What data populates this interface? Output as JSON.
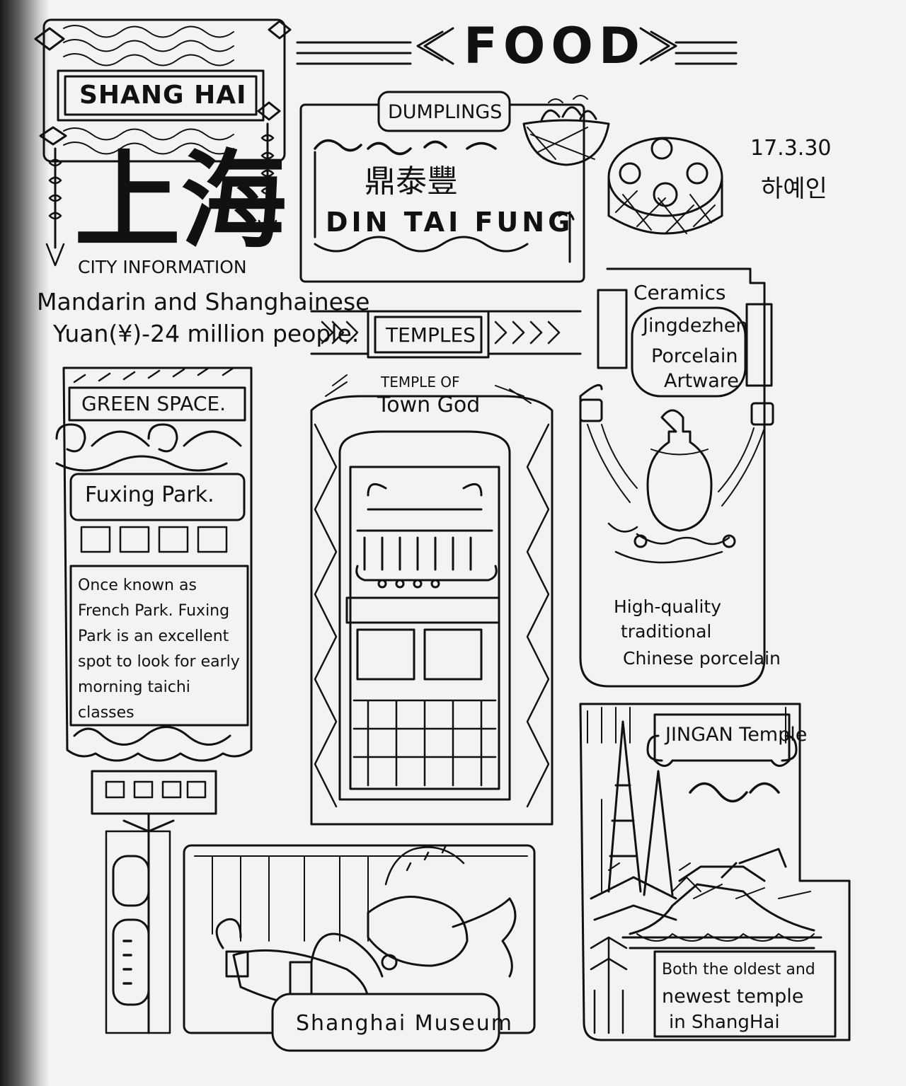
{
  "header": {
    "section_title": "FOOD",
    "date": "17.3.30",
    "signature": "하예인"
  },
  "city": {
    "banner_label": "SHANG HAI",
    "chinese_name": "上海",
    "info_title": "CITY INFORMATION",
    "info_language": "Mandarin and Shanghainese",
    "info_currency_population": "Yuan(¥)-24 million people."
  },
  "dumplings": {
    "label": "DUMPLINGS",
    "chinese_name": "鼎泰豐",
    "restaurant": "DIN TAI FUNG"
  },
  "ceramics": {
    "label": "Ceramics",
    "line1": "Jingdezhen",
    "line2": "Porcelain",
    "line3": "Artware",
    "desc1": "High-quality",
    "desc2": "traditional",
    "desc3": "Chinese porcelain"
  },
  "temples": {
    "label": "TEMPLES",
    "town_god_line1": "TEMPLE OF",
    "town_god_line2": "Town God"
  },
  "green_space": {
    "label": "GREEN SPACE.",
    "park_name": "Fuxing Park.",
    "desc": "Once known as French Park. Fuxing Park is an excellent spot to look for early morning taichi classes"
  },
  "jingan": {
    "label": "JINGAN Temple",
    "desc1": "Both the oldest and",
    "desc2": "newest temple",
    "desc3": "in ShangHai"
  },
  "museum": {
    "label": "Shanghai Museum"
  }
}
